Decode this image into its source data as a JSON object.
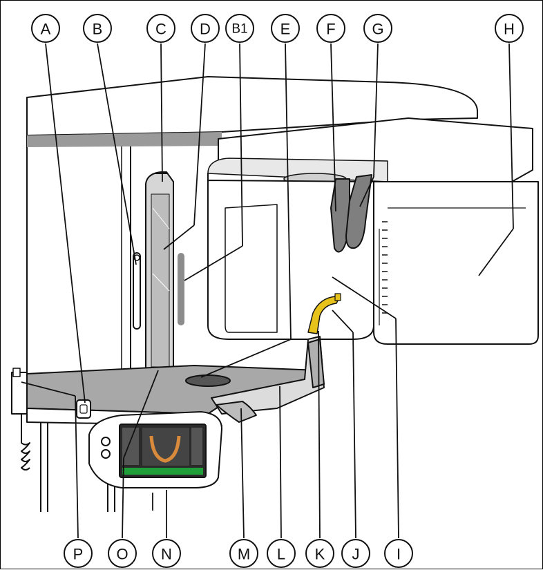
{
  "callouts": {
    "A": "A",
    "B": "B",
    "C": "C",
    "D": "D",
    "B1": "B1",
    "E": "E",
    "F": "F",
    "G": "G",
    "H": "H",
    "I": "I",
    "J": "J",
    "K": "K",
    "L": "L",
    "M": "M",
    "N": "N",
    "O": "O",
    "P": "P"
  },
  "colors": {
    "line": "#111111",
    "body_fill": "#ffffff",
    "shadow_gray": "#9a9a9a",
    "floor_gray": "#a8a8a8",
    "screen_dark": "#2a2a2a",
    "screen_green": "#1f9e3a",
    "screen_orange": "#d98a3a",
    "yellow_tube": "#e7c21a",
    "bite_gray": "#7f7f7f"
  }
}
